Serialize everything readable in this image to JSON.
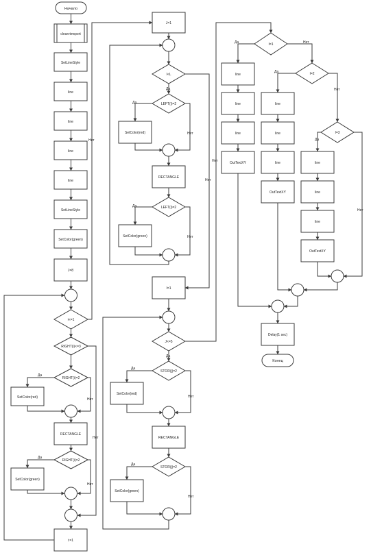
{
  "flowchart": {
    "terminals": {
      "start": "Начало",
      "end": "Конец"
    },
    "blocks": {
      "clearviewport": "clearviewport",
      "setlinestyle_1": "SetLineStyle",
      "line_1": "line",
      "line_2": "line",
      "line_3": "line",
      "line_4": "line",
      "setlinestyle_2": "SetLineStyle",
      "setcolor_green_top": "SetColor(green)",
      "j_eq_8": "J=8",
      "i_eq_1_bottom": "i:=1",
      "j_eq_1_top": "J=1",
      "i_eq_1_mid": "I=1",
      "rectangle_a": "RECTANGLE",
      "rectangle_b": "RECTANGLE",
      "rectangle_c": "RECTANGLE",
      "setcolor_red_a": "SetColor(red)",
      "setcolor_green_a": "SetColor(green)",
      "setcolor_red_b": "SetColor(red)",
      "setcolor_green_b": "SetColor(green)",
      "setcolor_red_c": "SetColor(red)",
      "setcolor_green_c": "SetColor(green)",
      "line_r1a": "line",
      "line_r1b": "line",
      "line_r1c": "line",
      "outtextxy_r1": "OutTextXY",
      "line_r2a": "line",
      "line_r2b": "line",
      "line_r2c": "line",
      "outtextxy_r2": "OutTextXY",
      "line_r3a": "line",
      "line_r3b": "line",
      "line_r3c": "line",
      "outtextxy_r3": "OutTextXY",
      "delay": "Delay(1 sec)"
    },
    "decisions": {
      "i_le_1": "i<=1",
      "right_le_3": "RIGHT(i)<=3",
      "right_eq_2_a": "RIGHT(i)=2",
      "right_eq_2_b": "RIGHT(i)=2",
      "i_le_L": "I<L",
      "left_eq_2_a": "LEFT(i)=2",
      "left_eq_2_b": "LEFT(i)=2",
      "j_lt_5": "J<=5",
      "stor_eq_2_a": "STOR(j)=2",
      "stor_eq_2_b": "STOR(j)=2",
      "i_eq_1": "I=1",
      "i_eq_2": "I=2",
      "i_eq_3": "I=3"
    },
    "edge_labels": {
      "yes": "Да",
      "no": "Нет"
    }
  }
}
